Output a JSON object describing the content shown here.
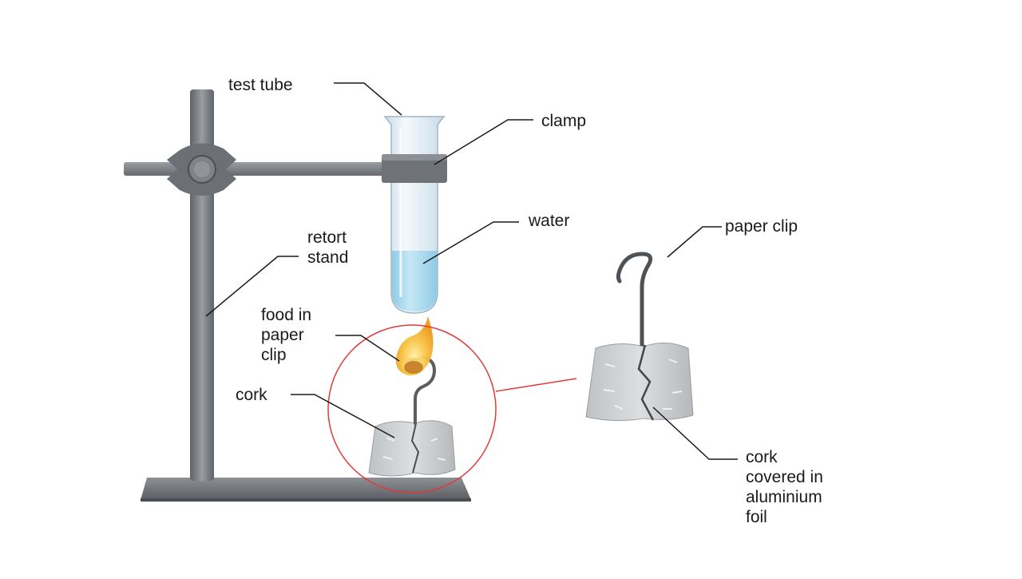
{
  "labels": {
    "test_tube": "test tube",
    "clamp": "clamp",
    "water": "water",
    "retort_stand": [
      "retort",
      "stand"
    ],
    "food_in_paper_clip": [
      "food in",
      "paper",
      "clip"
    ],
    "cork": "cork",
    "paper_clip": "paper clip",
    "cork_covered": [
      "cork",
      "covered in",
      "aluminium",
      "foil"
    ]
  },
  "colors": {
    "metal": "#7c7f84",
    "metal_dark": "#55585c",
    "water": "#a9d8ee",
    "glass": "#dbe9f3",
    "foil": "#cfd1d4",
    "flame_outer": "#f6b23a",
    "flame_inner": "#fde38c",
    "magnifier": "#e03a3a",
    "leader": "#1a1a1a"
  }
}
